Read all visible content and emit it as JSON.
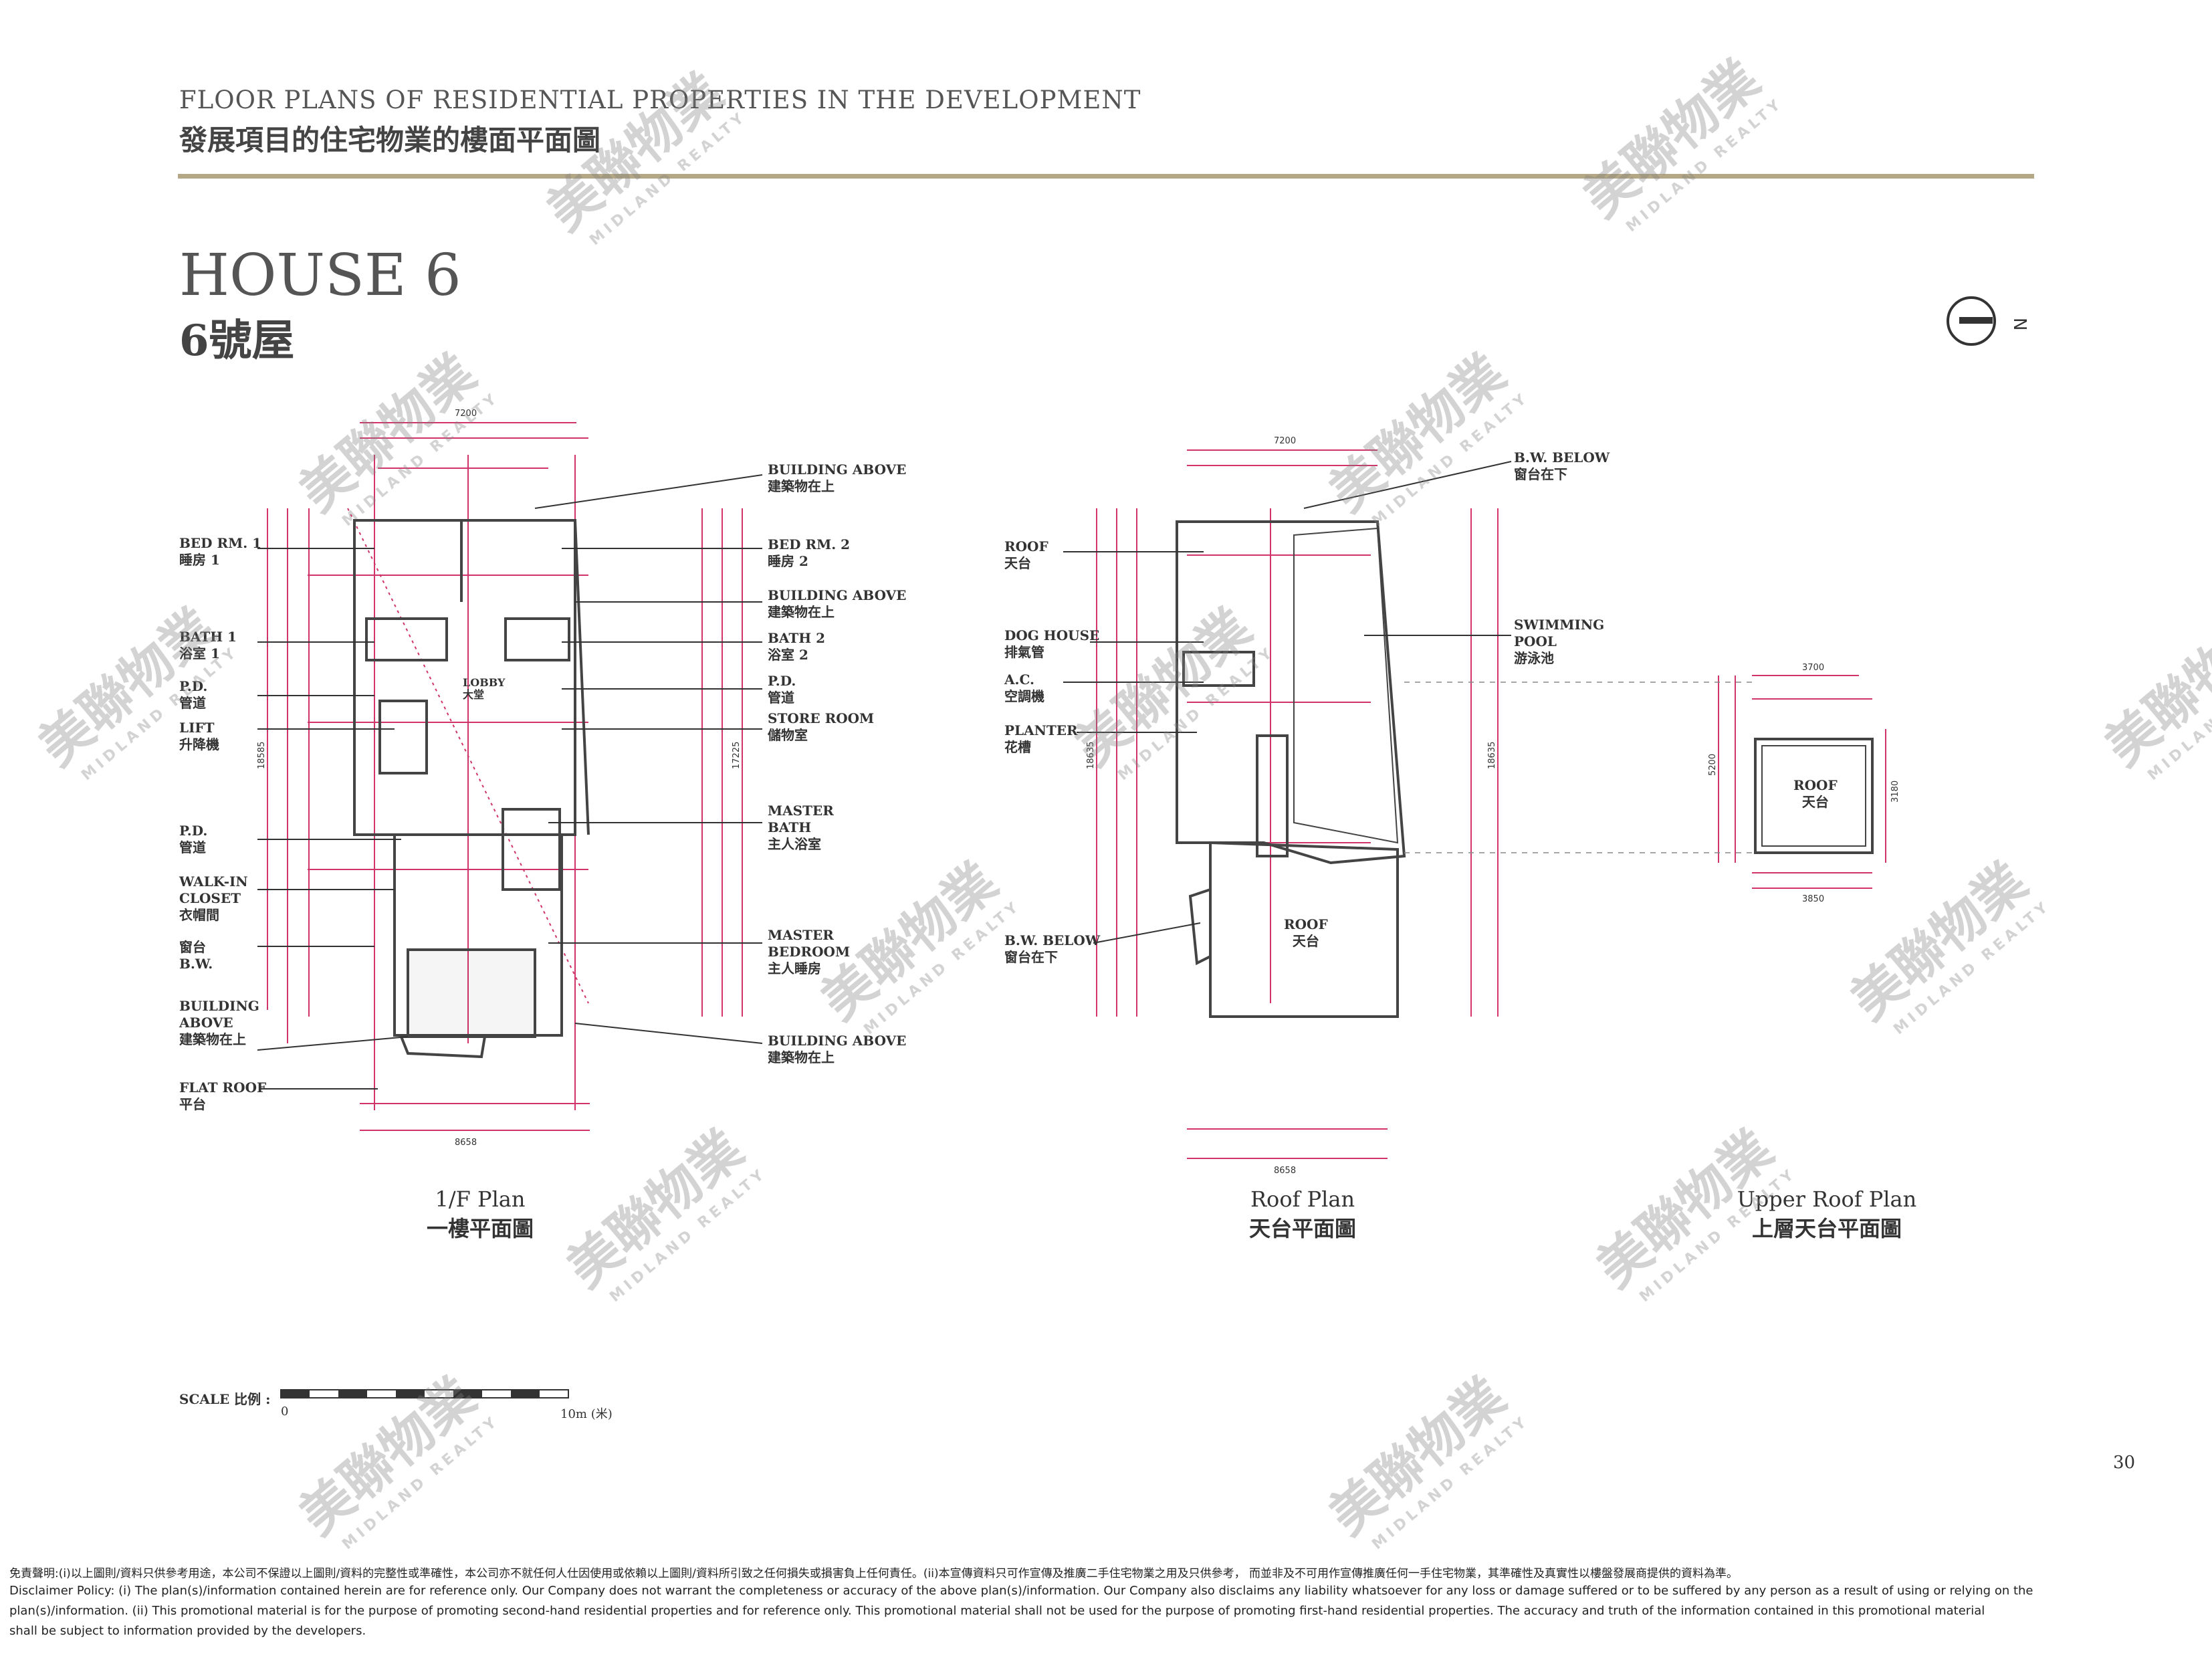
{
  "header": {
    "title_en": "FLOOR PLANS OF RESIDENTIAL PROPERTIES IN THE DEVELOPMENT",
    "title_zh": "發展項目的住宅物業的樓面平面圖"
  },
  "house": {
    "title_en": "HOUSE 6",
    "title_zh": "6號屋"
  },
  "north_marker": "N",
  "plan_1f": {
    "labels": {
      "bed1_en": "BED RM. 1",
      "bed1_zh": "睡房 1",
      "bath1_en": "BATH 1",
      "bath1_zh": "浴室 1",
      "pd_en": "P.D.",
      "pd_zh": "管道",
      "lift_en": "LIFT",
      "lift_zh": "升降機",
      "pd2_en": "P.D.",
      "pd2_zh": "管道",
      "closet_en": "WALK-IN\nCLOSET",
      "closet_zh": "衣帽間",
      "bw_zh": "窗台",
      "bw_en": "B.W.",
      "bldg_left_en": "BUILDING\nABOVE",
      "bldg_left_zh": "建築物在上",
      "flatroof_en": "FLAT ROOF",
      "flatroof_zh": "平台",
      "bldg_top_en": "BUILDING ABOVE",
      "bldg_top_zh": "建築物在上",
      "bed2_en": "BED RM. 2",
      "bed2_zh": "睡房 2",
      "bldg_mid_en": "BUILDING ABOVE",
      "bldg_mid_zh": "建築物在上",
      "bath2_en": "BATH 2",
      "bath2_zh": "浴室 2",
      "pd3_en": "P.D.",
      "pd3_zh": "管道",
      "store_en": "STORE ROOM",
      "store_zh": "儲物室",
      "mbath_en": "MASTER\nBATH",
      "mbath_zh": "主人浴室",
      "mbed_en": "MASTER\nBEDROOM",
      "mbed_zh": "主人睡房",
      "bldg_bot_en": "BUILDING ABOVE",
      "bldg_bot_zh": "建築物在上",
      "lobby": "LOBBY\n大堂"
    },
    "dims": {
      "top": "7200",
      "bottom": "8658",
      "left": "18585",
      "right": "17225"
    },
    "title_en": "1/F Plan",
    "title_zh": "一樓平面圖"
  },
  "plan_roof": {
    "labels": {
      "roof_en": "ROOF",
      "roof_zh": "天台",
      "dog_en": "DOG HOUSE",
      "dog_zh": "排氣管",
      "ac_en": "A.C.",
      "ac_zh": "空調機",
      "planter_en": "PLANTER",
      "planter_zh": "花槽",
      "bwb_en": "B.W. BELOW",
      "bwb_zh": "窗台在下",
      "bwtop_en": "B.W. BELOW",
      "bwtop_zh": "窗台在下",
      "pool_en": "SWIMMING\nPOOL",
      "pool_zh": "游泳池",
      "roof2": "ROOF\n天台"
    },
    "dims": {
      "top": "7200",
      "bottom": "8658",
      "left": "18635",
      "right": "18635"
    },
    "title_en": "Roof Plan",
    "title_zh": "天台平面圖"
  },
  "plan_upper": {
    "labels": {
      "roof": "ROOF\n天台"
    },
    "dims": {
      "top": "3700",
      "bottom": "3850",
      "left": "5200",
      "right": "3180"
    },
    "title_en": "Upper Roof Plan",
    "title_zh": "上層天台平面圖"
  },
  "scale": {
    "label": "SCALE 比例 :",
    "start": "0",
    "end": "10m (米)"
  },
  "page_number": "30",
  "watermark": {
    "zh": "美聯物業",
    "en": "MIDLAND REALTY"
  },
  "disclaimer": {
    "line1": "免責聲明:(i)以上圖則/資料只供參考用途，本公司不保證以上圖則/資料的完整性或準確性，本公司亦不就任何人仕因使用或依賴以上圖則/資料所引致之任何損失或損害負上任何責任。(ii)本宣傳資料只可作宣傳及推廣二手住宅物業之用及只供參考， 而並非及不可用作宣傳推廣任何一手住宅物業，其準確性及真實性以樓盤發展商提供的資料為準。",
    "line2": "Disclaimer Policy: (i) The plan(s)/information contained herein are for reference only. Our Company does not warrant the completeness or accuracy of the above plan(s)/information. Our Company also disclaims any liability whatsoever for any loss or damage suffered or to be suffered by any person as a result of using or relying on the",
    "line3": "plan(s)/information. (ii) This promotional material is for the purpose of promoting second-hand residential properties and for reference only. This promotional material shall not be used for the purpose of promoting first-hand residential properties. The accuracy and truth of the information contained in this promotional material",
    "line4": "shall be subject to information provided by the developers."
  }
}
